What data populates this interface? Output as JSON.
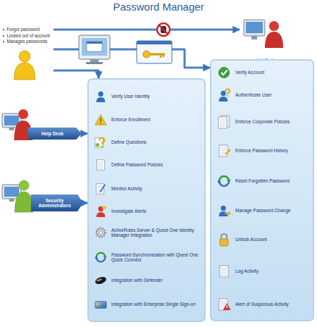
{
  "diagram": {
    "title": "Password Manager",
    "nodes": [
      {
        "text": [
          "Forgot password",
          "Locked out of account",
          "Manages passwords"
        ]
      },
      {
        "text": [
          "Help Desk"
        ]
      },
      {
        "text": []
      },
      {
        "text": [
          "Verify User Identity"
        ],
        "in": 2
      },
      {
        "text": [
          "Enforce Enrollment"
        ],
        "in": 2
      },
      {
        "text": [
          "Define Questions"
        ],
        "in": 2
      },
      {
        "text": [
          "Define Password Policies"
        ],
        "in": 2
      },
      {
        "text": [
          "Monitor Activity"
        ],
        "in": 2
      },
      {
        "text": [
          "Investigate Alerts"
        ],
        "in": 2
      },
      {
        "text": [
          "ActiveRoles Server & Quest One Identity Manager Integration"
        ],
        "in": 2
      },
      {
        "text": [
          "Password Synchronization with Quest One Quick Connect"
        ],
        "in": 2
      },
      {
        "text": [
          "Integration with Defender"
        ],
        "in": 2
      },
      {
        "text": [
          "Integration with Enterprise Single Sign-on"
        ],
        "in": 2
      },
      {
        "text": []
      },
      {
        "text": [
          "Verify Account"
        ],
        "in": 13
      },
      {
        "text": [
          "Authenticate User"
        ],
        "in": 13
      },
      {
        "text": [
          "Enforce Corporate Policies"
        ],
        "in": 13
      },
      {
        "text": [
          "Enforce Password History"
        ],
        "in": 13
      },
      {
        "text": [
          "Reset Forgotten Password"
        ],
        "in": 13
      },
      {
        "text": [
          "Manage Password Change"
        ],
        "in": 13
      },
      {
        "text": [
          "Unlock Account"
        ],
        "in": 13
      },
      {
        "text": [
          "Log Activity"
        ],
        "in": 13
      },
      {
        "text": [
          "Alert of Suspicious Activity"
        ],
        "in": 13
      },
      {
        "text": [
          "Help Desk"
        ]
      },
      {
        "text": [
          "Security Administrators"
        ]
      }
    ],
    "edges": [
      {
        "from": 0,
        "to": 1,
        "arrow": "to"
      },
      {
        "from": 0,
        "to": 13,
        "arrow": "to"
      },
      {
        "from": 0,
        "to": 2,
        "arrow": "to"
      },
      {
        "from": 23,
        "to": 2,
        "arrow": "to"
      },
      {
        "from": 24,
        "to": 2,
        "arrow": "to"
      }
    ]
  }
}
